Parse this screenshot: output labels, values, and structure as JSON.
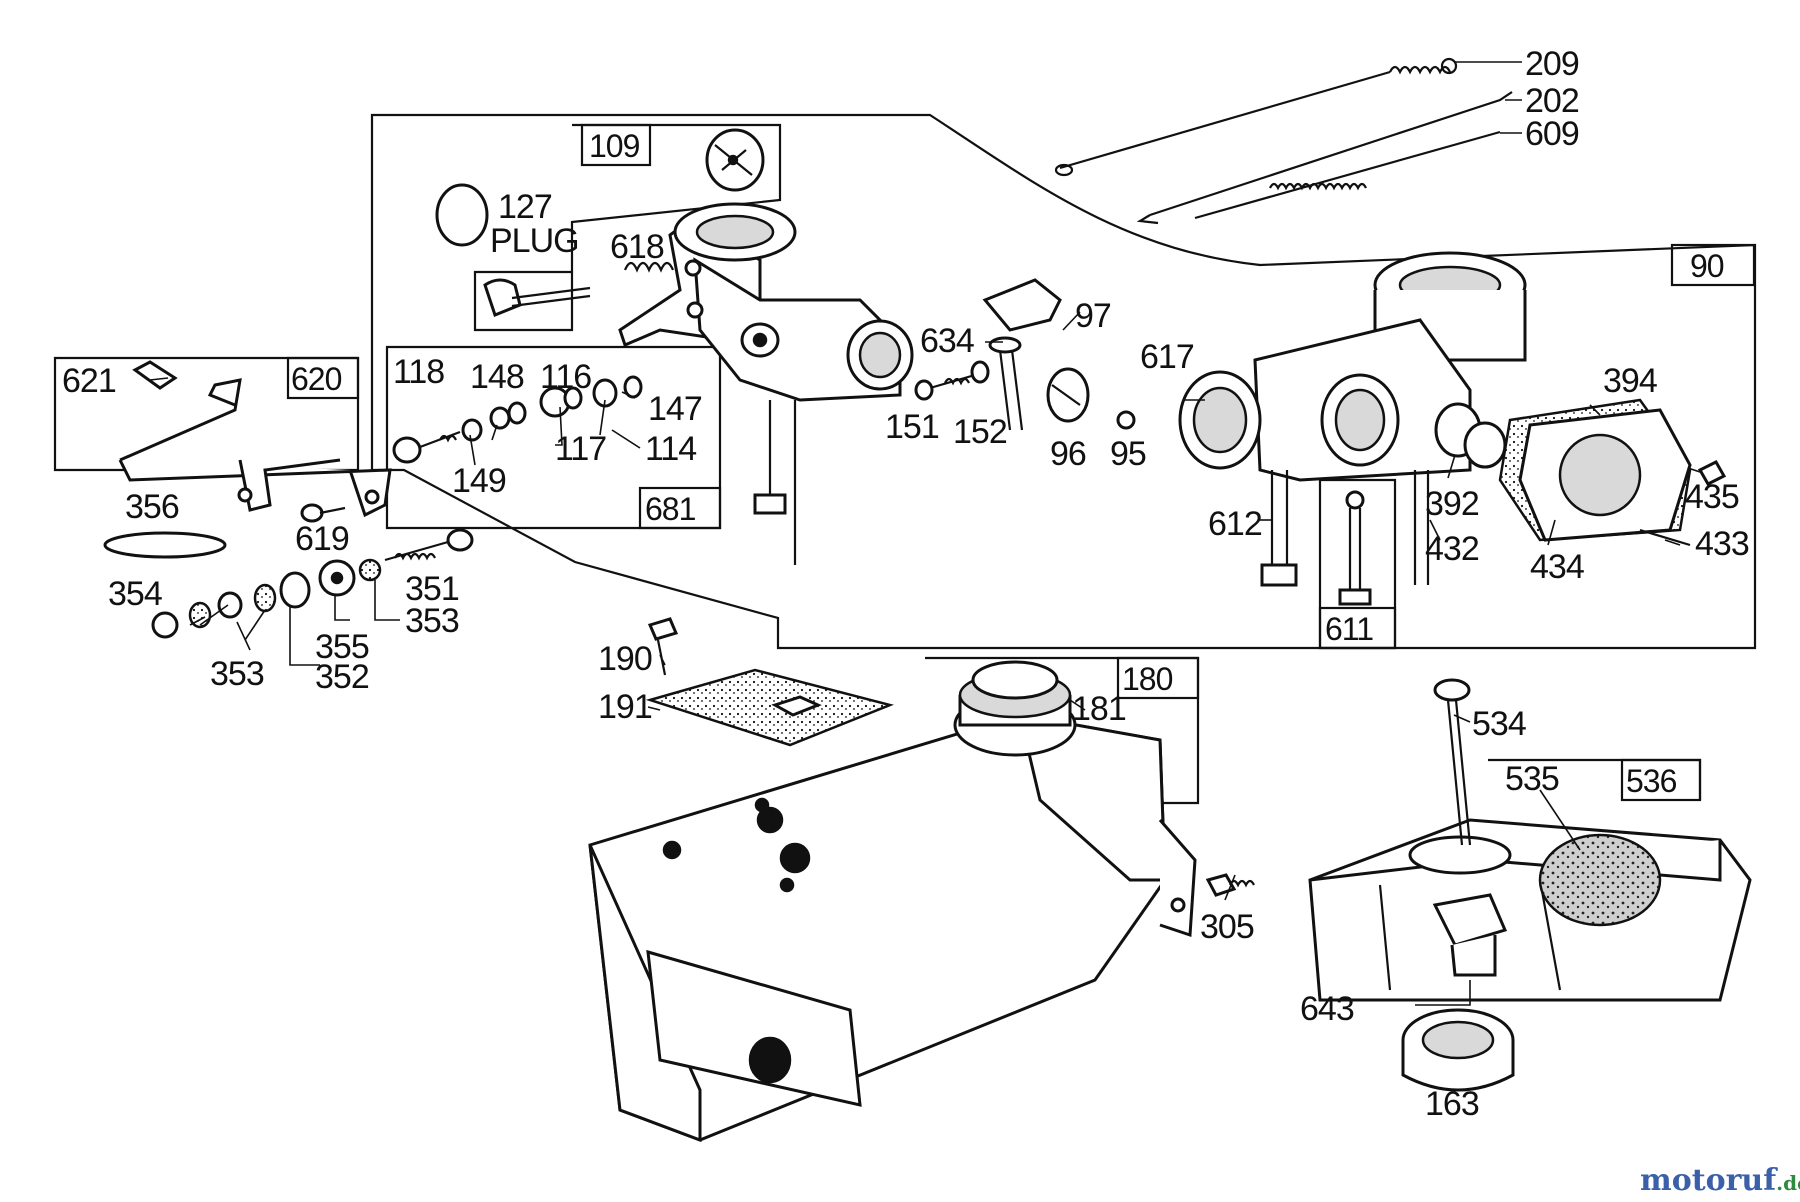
{
  "labels": {
    "209": "209",
    "202": "202",
    "609": "609",
    "109": "109",
    "127": "127",
    "plug": "PLUG",
    "618": "618",
    "90": "90",
    "97": "97",
    "634": "634",
    "617": "617",
    "394": "394",
    "621": "621",
    "620": "620",
    "118": "118",
    "148": "148",
    "116": "116",
    "147": "147",
    "117": "117",
    "114": "114",
    "149": "149",
    "681": "681",
    "151": "151",
    "152": "152",
    "96": "96",
    "95": "95",
    "392": "392",
    "435": "435",
    "612": "612",
    "432": "432",
    "433": "433",
    "434": "434",
    "611": "611",
    "356": "356",
    "619": "619",
    "354": "354",
    "351": "351",
    "353a": "353",
    "353b": "353",
    "355": "355",
    "352": "352",
    "190": "190",
    "191": "191",
    "180": "180",
    "181": "181",
    "534": "534",
    "535": "535",
    "536": "536",
    "305": "305",
    "643": "643",
    "163": "163"
  },
  "watermark": {
    "brand": "motoruf",
    "tld": ".de",
    "brand_color": "#3b5fa8",
    "tld_color": "#2e8b3d"
  }
}
